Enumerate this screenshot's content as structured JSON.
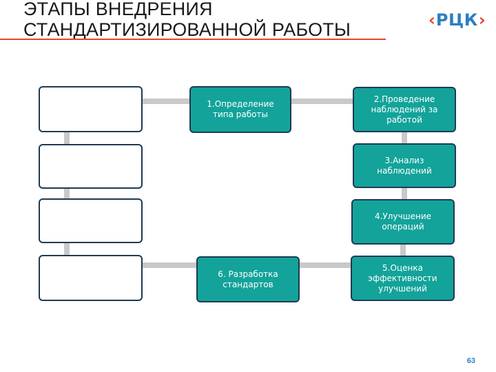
{
  "title": {
    "line1": "ЭТАПЫ ВНЕДРЕНИЯ",
    "line2": "СТАНДАРТИЗИРОВАННОЙ РАБОТЫ"
  },
  "logo": {
    "open": "‹",
    "text": "РЦК",
    "close": "›"
  },
  "colors": {
    "accent": "#e8442c",
    "brand": "#2c7fc2",
    "step_fill": "#13a39a",
    "border": "#1e3a52",
    "connector": "#c9c9c9"
  },
  "steps": [
    {
      "label": "1.Определение типа работы"
    },
    {
      "label": "2.Проведение наблюдений за работой"
    },
    {
      "label": "3.Анализ наблюдений"
    },
    {
      "label": "4.Улучшение операций"
    },
    {
      "label": "5.Оценка эффективности улучшений"
    },
    {
      "label": "6. Разработка стандартов"
    }
  ],
  "page_number": "63"
}
